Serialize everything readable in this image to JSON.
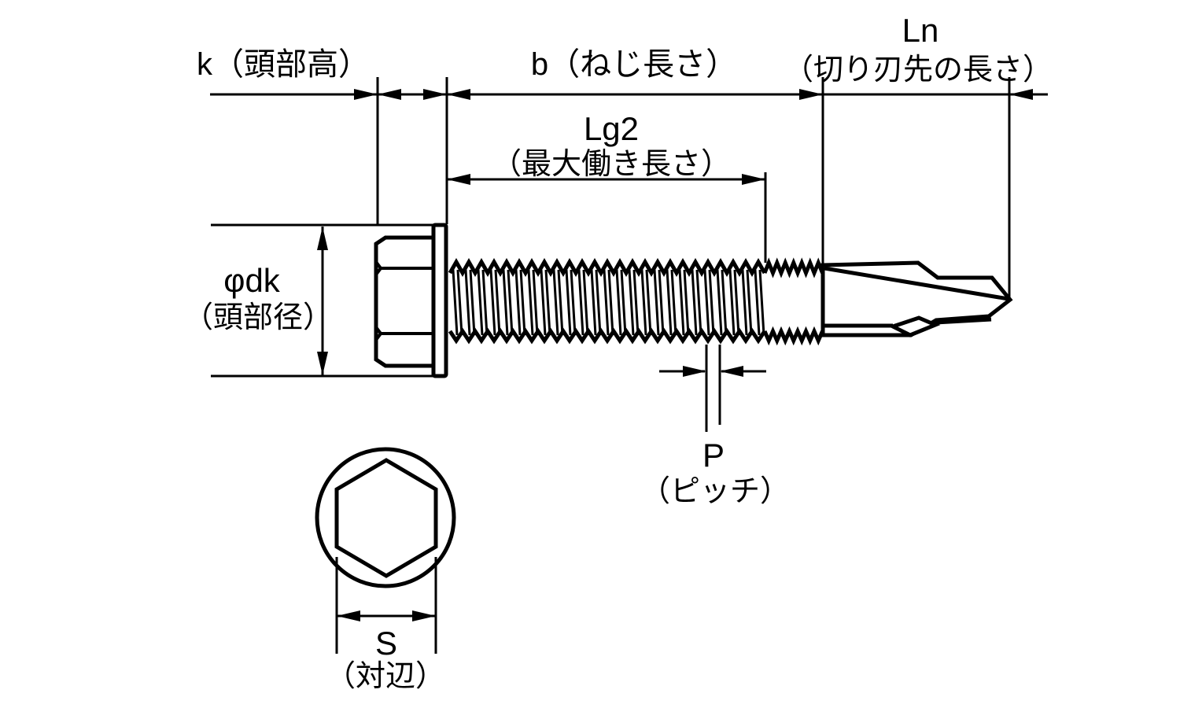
{
  "diagram": {
    "type": "self-drilling-hex-screw-dimension-drawing",
    "colors": {
      "line": "#000000",
      "background": "#ffffff"
    },
    "labels": {
      "k": {
        "text": "k（頭部高）"
      },
      "b": {
        "text": "b（ねじ長さ）"
      },
      "ln": {
        "symbol": "Ln",
        "desc": "（切り刃先の長さ）"
      },
      "lg2": {
        "symbol": "Lg2",
        "desc": "（最大働き長さ）"
      },
      "dk": {
        "symbol": "φdk",
        "desc": "（頭部径）"
      },
      "p": {
        "symbol": "P",
        "desc": "（ピッチ）"
      },
      "s": {
        "symbol": "S",
        "desc": "（対辺）"
      }
    }
  }
}
